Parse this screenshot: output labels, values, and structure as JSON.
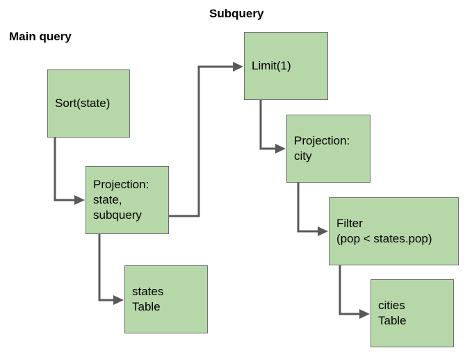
{
  "headings": {
    "subquery": "Subquery",
    "main_query": "Main query"
  },
  "nodes": {
    "sort": "Sort(state)",
    "projection_main": "Projection:\nstate,\nsubquery",
    "states_table": "states\nTable",
    "limit": "Limit(1)",
    "projection_sub": "Projection:\ncity",
    "filter": "Filter\n(pop < states.pop)",
    "cities_table": "cities\nTable"
  },
  "colors": {
    "node_fill": "#b6d7a8",
    "node_border": "#6f6f6f",
    "edge": "#595959"
  }
}
